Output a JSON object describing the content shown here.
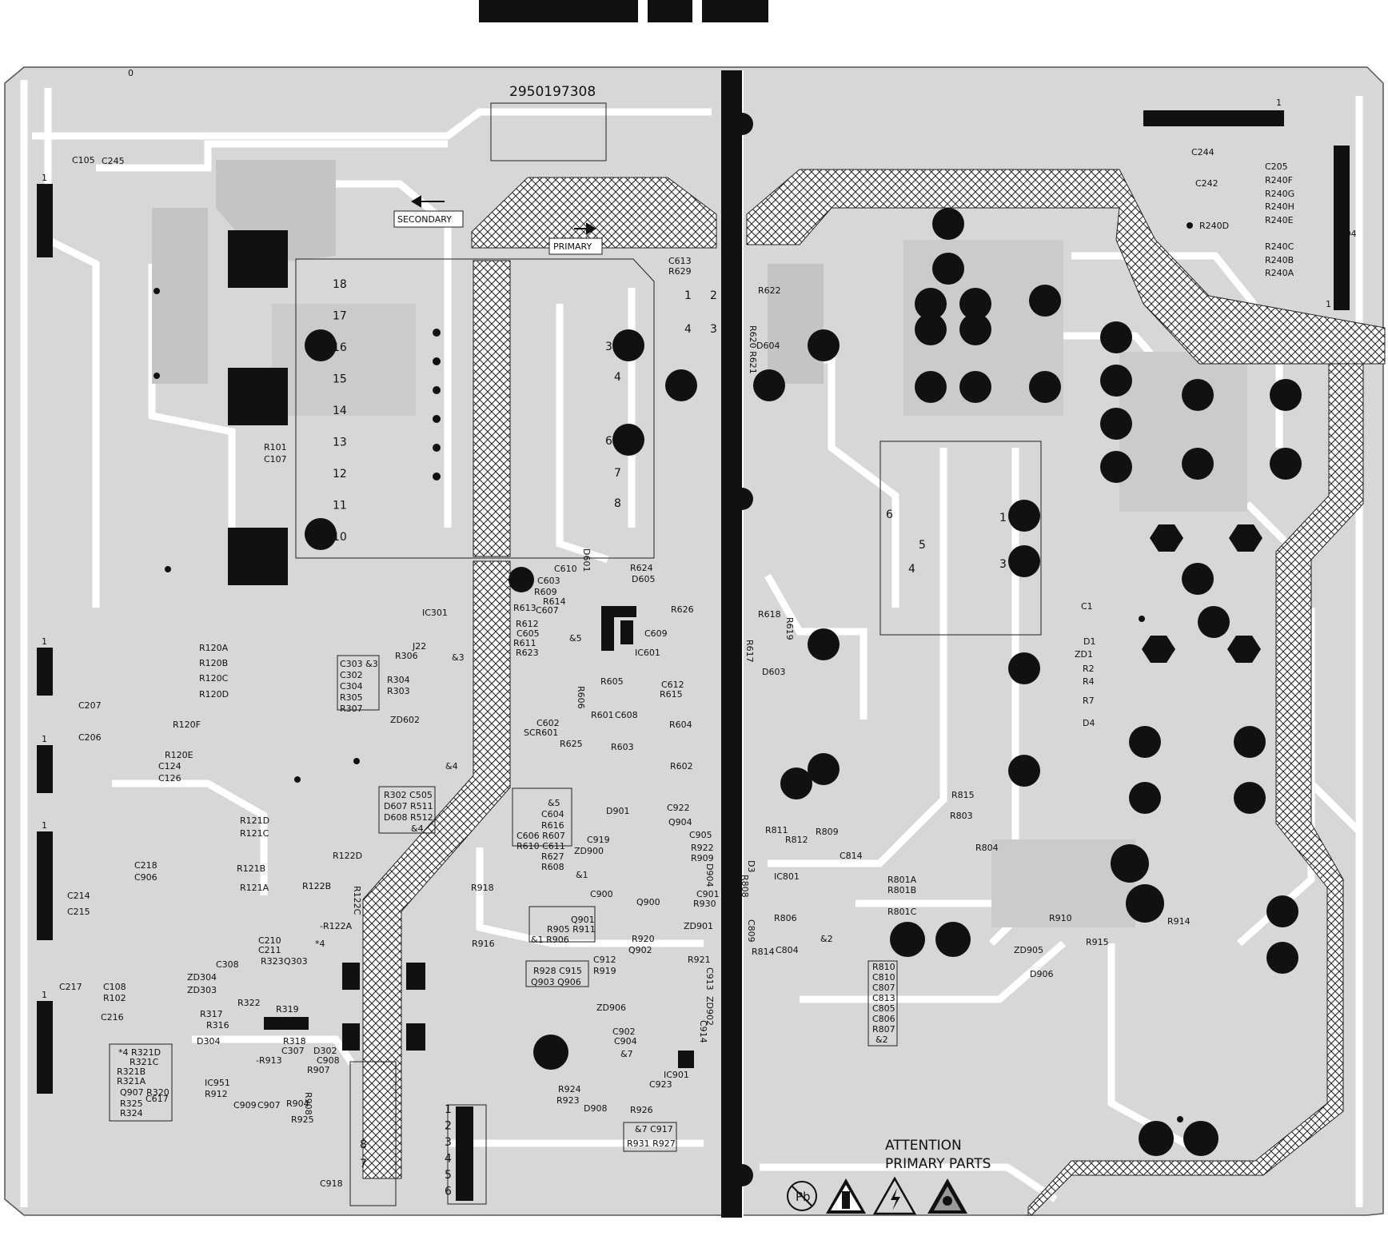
{
  "board": {
    "part_number": "2950197308",
    "secondary_label": "SECONDARY",
    "primary_label": "PRIMARY",
    "attention_line1": "ATTENTION",
    "attention_line2": "PRIMARY PARTS",
    "corner_mark": "0"
  },
  "transformer": {
    "pins": [
      "18",
      "17",
      "16",
      "15",
      "14",
      "13",
      "12",
      "11",
      "10"
    ],
    "primary_pins": [
      "3",
      "4",
      "6",
      "7",
      "8"
    ]
  },
  "optocoupler_pins": [
    "1",
    "2",
    "4",
    "3"
  ],
  "ic_pins_right": [
    "6",
    "5",
    "4",
    "1",
    "3"
  ],
  "connector_bottom_pins": [
    "1",
    "2",
    "3",
    "4",
    "5",
    "6"
  ],
  "pins_78": [
    "8",
    "7"
  ],
  "connector_pin_marks": [
    "1",
    "1",
    "1",
    "1",
    "1",
    "1",
    "1"
  ],
  "component_labels": {
    "top_left": [
      "C105",
      "C245"
    ],
    "r101": [
      "R101",
      "C107"
    ],
    "r120": [
      "R120A",
      "R120B",
      "R120C",
      "R120D",
      "R120F",
      "R120E",
      "C124",
      "C126"
    ],
    "c207": [
      "C207",
      "C206"
    ],
    "r121": [
      "R121D",
      "R121C",
      "R121B",
      "R121A"
    ],
    "r122": [
      "R122D",
      "R122B",
      "R122C",
      "-R122A",
      "*4"
    ],
    "c218": [
      "C218",
      "C906",
      "C214",
      "C215",
      "C217",
      "C108",
      "R102",
      "C216"
    ],
    "q303": [
      "C210",
      "C211",
      "C308",
      "R323",
      "Q303",
      "ZD304",
      "ZD303",
      "R322",
      "R319",
      "R317",
      "R316",
      "D304",
      "R318",
      "C307",
      "D302",
      "-R913",
      "C908",
      "R907",
      "R908",
      "IC951",
      "R912",
      "C909",
      "C907",
      "R904",
      "R925",
      "C918"
    ],
    "ic301": [
      "IC301",
      "J22",
      "R306",
      "&3",
      "R304",
      "R303",
      "ZD602",
      "&4"
    ],
    "box_c303": [
      "C303 &3",
      "C302",
      "C304",
      "R305",
      "R307"
    ],
    "box_r302": [
      "R302 C505",
      "D607 R511",
      "D608 R512",
      "&4"
    ],
    "box_r321": [
      "*4 R321D",
      "R321C",
      "R321B",
      "R321A",
      "Q907 R320",
      "C617",
      "R325",
      "R324"
    ],
    "ic601": [
      "D601",
      "C610",
      "R624",
      "C603",
      "D605",
      "R609",
      "R614",
      "R613",
      "C607",
      "R626",
      "R612",
      "C605",
      "C609",
      "R611",
      "&5",
      "R623",
      "IC601",
      "R605",
      "C612",
      "R606",
      "R615",
      "R601",
      "C608",
      "C602",
      "R604",
      "SCR601",
      "R625",
      "R603",
      "R602"
    ],
    "box_c604": [
      "&5",
      "C604",
      "R616",
      "C606 R607",
      "R610 C611",
      "R627",
      "R608"
    ],
    "d901": [
      "D901",
      "C922",
      "Q904",
      "C919",
      "C905",
      "ZD900",
      "R922",
      "R909",
      "&1",
      "D904",
      "C900",
      "C901",
      "Q900",
      "R930",
      "ZD901",
      "R918"
    ],
    "box_q901": [
      "Q901",
      "R905 R911",
      "&1 R906"
    ],
    "r920": [
      "R916",
      "R920",
      "Q902",
      "R921",
      "C912",
      "R919",
      "C913",
      "ZD902",
      "ZD906",
      "C914",
      "C902",
      "C904",
      "&7",
      "IC901",
      "R924",
      "C923",
      "R923",
      "D908",
      "R926"
    ],
    "box_r928": [
      "R928 C915",
      "Q903 Q906"
    ],
    "box_c917": [
      "&7 C917",
      "R931 R927"
    ],
    "primary_top": [
      "C613",
      "R629",
      "R622",
      "R620 R621",
      "D604"
    ],
    "d603": [
      "R618",
      "R619",
      "R617",
      "D603"
    ],
    "ic801": [
      "R811",
      "R812",
      "R809",
      "D3",
      "C814",
      "R808",
      "IC801",
      "R801A",
      "R801B",
      "R801C",
      "C809",
      "R806",
      "R814",
      "C804",
      "&2"
    ],
    "box_r810": [
      "R810",
      "C810",
      "C807",
      "C813",
      "C805",
      "C806",
      "R807",
      "&2"
    ],
    "r815": [
      "R815",
      "R803",
      "R804"
    ],
    "r910": [
      "R910",
      "R914",
      "R915",
      "ZD905",
      "D906"
    ],
    "right_stack": [
      "C1",
      "D1",
      "ZD1",
      "R2",
      "R4",
      "R7",
      "D4"
    ],
    "top_right": [
      "C244",
      "C242",
      "C205",
      "R240F",
      "R240G",
      "R240H",
      "R240E",
      "R240D",
      "C204",
      "R240C",
      "R240B",
      "R240A"
    ]
  },
  "warning_icons": [
    "no-lead-icon",
    "high-voltage-warning-icon",
    "electric-shock-icon",
    "esd-warning-icon"
  ]
}
